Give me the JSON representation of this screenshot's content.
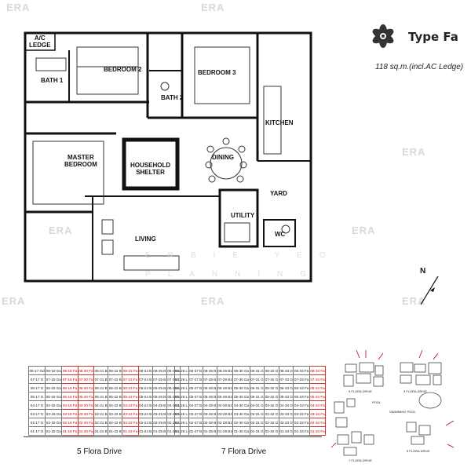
{
  "header": {
    "type_title": "Type Fa",
    "area": "118 sq.m.(incl.AC Ledge)"
  },
  "rooms": {
    "ac_ledge": "A/C\nLEDGE",
    "bath1": "BATH 1",
    "bedroom2": "BEDROOM 2",
    "bath2": "BATH 2",
    "bedroom3": "BEDROOM 3",
    "kitchen": "KITCHEN",
    "master": "MASTER\nBEDROOM",
    "shelter": "HOUSEHOLD\nSHELTER",
    "dining": "DINING",
    "yard": "YARD",
    "utility": "UTILITY",
    "wc": "WC",
    "living": "LIVING"
  },
  "watermark": {
    "brand": "ERA",
    "sub": "ERBIE YEO",
    "sub2": "PLANNING"
  },
  "compass": {
    "label": "N"
  },
  "drives": {
    "left": "5 Flora Drive",
    "right": "7 Flora Drive"
  },
  "table_left": [
    [
      "08-17 Gd",
      "08-18 Ga",
      "08-19 Fa",
      "08-20 Fa",
      "08-21 B",
      "08-22 B",
      "08-23 Fa",
      "08-24 B",
      "08-25 B",
      "08-25 L"
    ],
    [
      "07-17 G",
      "07-18 Ga",
      "07-19 Fa",
      "07-20 Fa",
      "07-21 B",
      "07-22 B",
      "07-23 Fa",
      "07-24 B",
      "07-25 B",
      "07-25 L"
    ],
    [
      "06-17 G",
      "06-18 Ga",
      "06-19 Fa",
      "06-20 Fa",
      "06-21 B",
      "06-22 B",
      "06-23 Fa",
      "06-24 B",
      "06-25 B",
      "06-25 L"
    ],
    [
      "05-17 G",
      "05-18 Ga",
      "05-19 Fa",
      "05-20 Fa",
      "05-21 B",
      "05-22 B",
      "05-23 Fa",
      "05-24 B",
      "05-25 B",
      "05-25 L"
    ],
    [
      "04-17 G",
      "04-18 Ga",
      "04-19 Fa",
      "04-20 Fa",
      "04-21 B",
      "04-22 B",
      "04-23 Fa",
      "04-24 B",
      "04-25 B",
      "04-25 L"
    ],
    [
      "03-17 G",
      "03-18 Ga",
      "03-19 Fa",
      "03-20 Fa",
      "03-21 B",
      "03-22 B",
      "03-23 Fa",
      "03-24 B",
      "03-25 B",
      "03-25 L"
    ],
    [
      "02-17 G",
      "02-18 Ga",
      "02-19 Fa",
      "02-20 Fa",
      "02-21 B",
      "02-22 B",
      "02-23 Fa",
      "02-24 B",
      "02-25 B",
      "02-25 L"
    ],
    [
      "01-17 G",
      "01-18 Ga",
      "01-19 Fa",
      "01-20 Fa",
      "01-21 B",
      "01-22 B",
      "01-23 Fa",
      "01-24 B",
      "01-25 B",
      "01-25 L"
    ]
  ],
  "table_right": [
    [
      "08-26 L",
      "08-27 B",
      "08-28 B",
      "08-29 B2",
      "08-30 Ga",
      "08-31 G",
      "08-32 G",
      "08-33 G",
      "08-33 Fa",
      "08-34 Fa"
    ],
    [
      "07-26 L",
      "07-27 B",
      "07-28 B",
      "07-29 B2",
      "07-30 Ga",
      "07-31 G",
      "07-32 G",
      "07-33 G",
      "07-33 Fa",
      "07-34 Fa"
    ],
    [
      "06-26 L",
      "06-27 B",
      "06-28 B",
      "06-29 B2",
      "06-30 Ga",
      "06-31 G",
      "06-32 G",
      "06-33 G",
      "06-33 Fa",
      "06-34 Fa"
    ],
    [
      "05-26 L",
      "05-27 B",
      "05-28 B",
      "05-29 B2",
      "05-30 Ga",
      "05-31 G",
      "05-32 G",
      "05-33 G",
      "05-33 Fa",
      "05-34 Fa"
    ],
    [
      "04-26 L",
      "04-27 B",
      "04-28 B",
      "04-29 B2",
      "04-30 Ga",
      "04-31 G",
      "04-32 G",
      "04-33 G",
      "04-33 Fa",
      "04-34 Fa"
    ],
    [
      "03-26 L",
      "03-27 B",
      "03-28 B",
      "03-29 B2",
      "03-30 Ga",
      "03-31 G",
      "03-32 G",
      "03-33 G",
      "03-33 Fa",
      "03-34 Fa"
    ],
    [
      "02-26 L",
      "02-27 B",
      "02-28 B",
      "02-29 B2",
      "02-30 Ga",
      "02-31 G",
      "02-32 G",
      "02-33 G",
      "02-33 Fa",
      "02-34 Fa"
    ],
    [
      "01-26 L",
      "01-27 B",
      "01-28 B",
      "01-29 B2",
      "01-30 Ga",
      "01-31 G",
      "01-32 G",
      "01-33 G",
      "01-33 Fa",
      "01-34 Fa"
    ]
  ],
  "highlight_cols_left": [
    2,
    3,
    6
  ],
  "highlight_cols_right": [
    9
  ],
  "site_plan": {
    "labels": [
      "9 FLORA DRIVE",
      "3 FLORA DRIVE",
      "POOL",
      "SWIMMING POOL",
      "7 FLORA DRIVE",
      "5 FLORA DRIVE"
    ]
  },
  "colors": {
    "highlight": "#cc0000",
    "wall": "#111111",
    "watermark": "#d8d8d8"
  }
}
